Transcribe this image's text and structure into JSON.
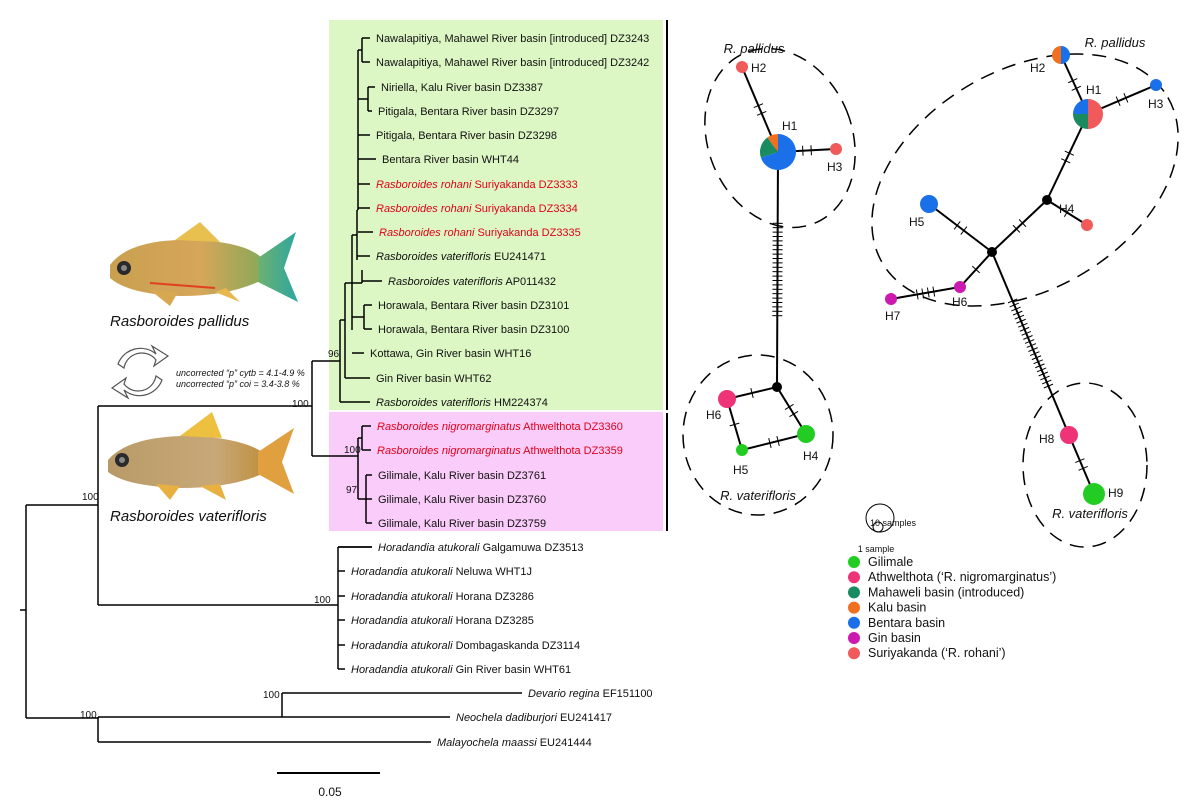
{
  "tree": {
    "taxa": [
      {
        "text": "Nawalapitiya, Mahawel River basin [introduced] DZ3243"
      },
      {
        "text": "Nawalapitiya, Mahawel River basin [introduced] DZ3242"
      },
      {
        "text": "Niriella, Kalu River basin DZ3387"
      },
      {
        "text": "Pitigala, Bentara River basin DZ3297"
      },
      {
        "text": "Pitigala, Bentara River basin DZ3298"
      },
      {
        "text": "Bentara River basin WHT44"
      },
      {
        "italic": "Rasboroides rohani",
        "rest": " Suriyakanda DZ3333",
        "red": true
      },
      {
        "italic": "Rasboroides rohani",
        "rest": " Suriyakanda DZ3334",
        "red": true
      },
      {
        "italic": "Rasboroides rohani",
        "rest": " Suriyakanda DZ3335",
        "red": true
      },
      {
        "italic": "Rasboroides vaterifloris",
        "rest": " EU241471"
      },
      {
        "italic": "Rasboroides vaterifloris",
        "rest": " AP011432"
      },
      {
        "text": "Horawala, Bentara River basin DZ3101"
      },
      {
        "text": "Horawala, Bentara River basin DZ3100"
      },
      {
        "text": "Kottawa, Gin River basin WHT16"
      },
      {
        "text": "Gin River basin WHT62"
      },
      {
        "italic": "Rasboroides vaterifloris",
        "rest": " HM224374"
      },
      {
        "italic": "Rasboroides nigromarginatus",
        "rest": " Athwelthota DZ3360",
        "red": true
      },
      {
        "italic": "Rasboroides nigromarginatus",
        "rest": " Athwelthota DZ3359",
        "red": true
      },
      {
        "text": "Gilimale, Kalu River basin DZ3761"
      },
      {
        "text": "Gilimale, Kalu River basin DZ3760"
      },
      {
        "text": "Gilimale, Kalu River basin DZ3759"
      },
      {
        "italic": "Horadandia atukorali",
        "rest": " Galgamuwa DZ3513"
      },
      {
        "italic": "Horadandia atukorali",
        "rest": " Neluwa WHT1J"
      },
      {
        "italic": "Horadandia atukorali",
        "rest": " Horana DZ3286"
      },
      {
        "italic": "Horadandia atukorali",
        "rest": " Horana DZ3285"
      },
      {
        "italic": "Horadandia atukorali",
        "rest": " Dombagaskanda DZ3114"
      },
      {
        "italic": "Horadandia atukorali",
        "rest": " Gin River basin WHT61"
      },
      {
        "italic": "Devario regina",
        "rest": " EF151100"
      },
      {
        "italic": "Neochela dadiburjori",
        "rest": " EU241417"
      },
      {
        "italic": "Malayochela maassi",
        "rest": " EU241444"
      }
    ],
    "support": {
      "node_96": "96",
      "node_100_rasboroides": "100",
      "node_100_nigro": "100",
      "node_97": "97",
      "node_100_ingroup": "100",
      "node_100_horadandia": "100",
      "node_100_devario": "100",
      "node_100_root": "100"
    },
    "scale_label": "0.05",
    "distance_lines": [
      "uncorrected “p” cytb = 4.1-4.9 %",
      "uncorrected “p” coi = 3.4-3.8 %"
    ],
    "fish_labels": {
      "pallidus": "Rasboroides pallidus",
      "vaterifloris": "Rasboroides vaterifloris"
    }
  },
  "colors": {
    "green_box": "#ddf7c4",
    "pink_box": "#f9ccf9",
    "gilimale": "#22cc22",
    "athwelthota": "#ee3377",
    "mahaweli": "#1a8a60",
    "kalu": "#f07020",
    "bentara": "#1a70e8",
    "gin": "#cc1ab0",
    "suriyakanda": "#f05a5a"
  },
  "networks": {
    "left": {
      "group_top": "R. pallidus",
      "group_bottom": "R. vaterifloris",
      "haplotypes": {
        "H1": "H1",
        "H2": "H2",
        "H3": "H3",
        "H4": "H4",
        "H5": "H5",
        "H6": "H6"
      }
    },
    "right": {
      "group_top": "R. pallidus",
      "group_bottom": "R. vaterifloris",
      "haplotypes": {
        "H1": "H1",
        "H2": "H2",
        "H3": "H3",
        "H4": "H4",
        "H5": "H5",
        "H6": "H6",
        "H7": "H7",
        "H8": "H8",
        "H9": "H9"
      }
    }
  },
  "legend": {
    "size_big": "10 samples",
    "size_small": "1 sample",
    "items": [
      {
        "label": "Gilimale",
        "color_key": "gilimale"
      },
      {
        "label": "Athwelthota (‘R. nigromarginatus’)",
        "color_key": "athwelthota"
      },
      {
        "label": "Mahaweli basin (introduced)",
        "color_key": "mahaweli"
      },
      {
        "label": "Kalu basin",
        "color_key": "kalu"
      },
      {
        "label": "Bentara basin",
        "color_key": "bentara"
      },
      {
        "label": "Gin basin",
        "color_key": "gin"
      },
      {
        "label": "Suriyakanda (‘R. rohani’)",
        "color_key": "suriyakanda"
      }
    ]
  }
}
